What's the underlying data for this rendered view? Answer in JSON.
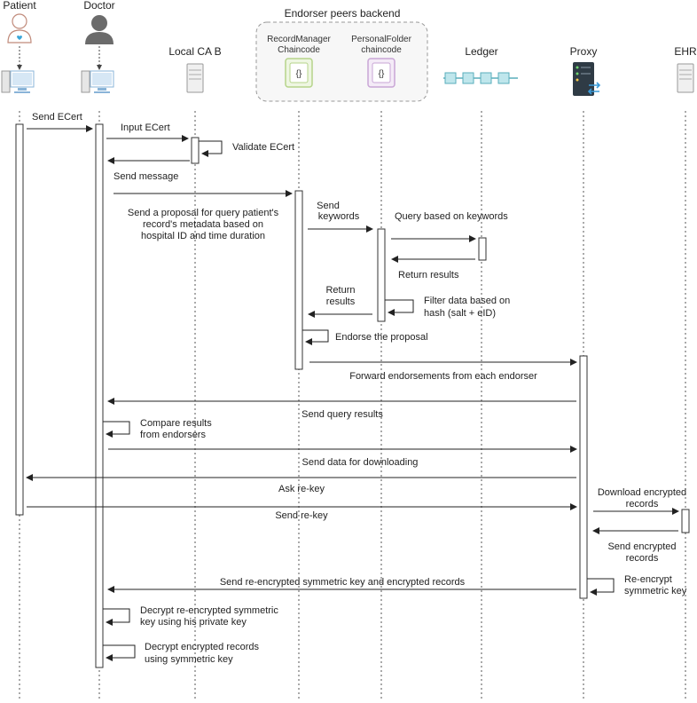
{
  "participants": {
    "patient": "Patient",
    "doctor": "Doctor",
    "local_ca": "Local CA B",
    "endorser_group": "Endorser peers backend",
    "record_manager_line1": "RecordManager",
    "record_manager_line2": "Chaincode",
    "personal_folder_line1": "PersonalFolder",
    "personal_folder_line2": "chaincode",
    "ledger": "Ledger",
    "proxy": "Proxy",
    "ehr": "EHR"
  },
  "messages": {
    "m1": "Send ECert",
    "m2": "Input ECert",
    "m3": "Validate ECert",
    "m4": "Send message",
    "m5_l1": "Send a proposal for query patient's",
    "m5_l2": "record's metadata based on",
    "m5_l3": "hospital ID and time duration",
    "m6_l1": "Send",
    "m6_l2": "keywords",
    "m7": "Query based on keywords",
    "m8": "Return results",
    "m9_l1": "Return",
    "m9_l2": "results",
    "m10_l1": "Filter data based on",
    "m10_l2": "hash (salt + eID)",
    "m11": "Endorse the proposal",
    "m12": "Forward endorsements from each endorser",
    "m13": "Send query results",
    "m14_l1": "Compare results",
    "m14_l2": "from endorsers",
    "m15": "Send data for downloading",
    "m16": "Ask re-key",
    "m17": "Send re-key",
    "m18_l1": "Download encrypted",
    "m18_l2": "records",
    "m19_l1": "Send encrypted",
    "m19_l2": "records",
    "m20": "Send re-encrypted symmetric key and encrypted records",
    "m21_l1": "Re-encrypt",
    "m21_l2": "symmetric key",
    "m22_l1": "Decrypt re-encrypted symmetric",
    "m22_l2": "key using his private key",
    "m23_l1": "Decrypt encrypted records",
    "m23_l2": "using symmetric key"
  },
  "icons": {
    "patient": "patient-avatar-icon",
    "doctor": "doctor-avatar-icon",
    "computer": "desktop-computer-icon",
    "server": "server-icon",
    "chaincode": "chaincode-document-icon",
    "ledger": "blockchain-ledger-icon",
    "proxy": "proxy-server-icon"
  },
  "colors": {
    "record_manager_icon": "#b5d48a",
    "personal_folder_icon": "#c9a6d6",
    "ledger_icon": "#8fd0d8",
    "computer_icon": "#a9c7e0",
    "proxy_accent": "#3a9bd9",
    "patient_heart": "#3aa6d9"
  }
}
